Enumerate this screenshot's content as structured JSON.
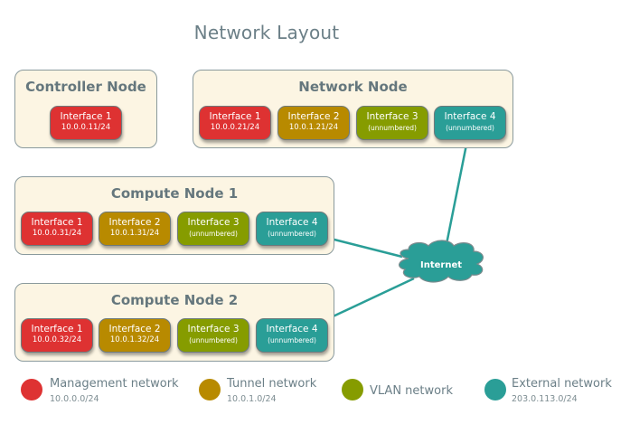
{
  "title": "Network Layout",
  "colors": {
    "management": "#de3232",
    "tunnel": "#b88a00",
    "vlan": "#869c00",
    "external": "#2a9e97",
    "node_bg": "#fcf5e3",
    "node_border": "#8a9a9d",
    "text": "#6b7f87"
  },
  "nodes": {
    "controller": {
      "title": "Controller Node",
      "interfaces": [
        {
          "name": "Interface 1",
          "address": "10.0.0.11/24",
          "network": "management"
        }
      ]
    },
    "network": {
      "title": "Network Node",
      "interfaces": [
        {
          "name": "Interface 1",
          "address": "10.0.0.21/24",
          "network": "management"
        },
        {
          "name": "Interface 2",
          "address": "10.0.1.21/24",
          "network": "tunnel"
        },
        {
          "name": "Interface 3",
          "address": "(unnumbered)",
          "network": "vlan"
        },
        {
          "name": "Interface 4",
          "address": "(unnumbered)",
          "network": "external"
        }
      ]
    },
    "compute1": {
      "title": "Compute Node 1",
      "interfaces": [
        {
          "name": "Interface 1",
          "address": "10.0.0.31/24",
          "network": "management"
        },
        {
          "name": "Interface 2",
          "address": "10.0.1.31/24",
          "network": "tunnel"
        },
        {
          "name": "Interface 3",
          "address": "(unnumbered)",
          "network": "vlan"
        },
        {
          "name": "Interface 4",
          "address": "(unnumbered)",
          "network": "external"
        }
      ]
    },
    "compute2": {
      "title": "Compute Node 2",
      "interfaces": [
        {
          "name": "Interface 1",
          "address": "10.0.0.32/24",
          "network": "management"
        },
        {
          "name": "Interface 2",
          "address": "10.0.1.32/24",
          "network": "tunnel"
        },
        {
          "name": "Interface 3",
          "address": "(unnumbered)",
          "network": "vlan"
        },
        {
          "name": "Interface 4",
          "address": "(unnumbered)",
          "network": "external"
        }
      ]
    }
  },
  "internet": {
    "label": "Internet",
    "icon": "cloud-icon"
  },
  "links": [
    {
      "from": "network.interface4",
      "to": "internet"
    },
    {
      "from": "compute1.interface4",
      "to": "internet"
    },
    {
      "from": "compute2.interface4",
      "to": "internet"
    }
  ],
  "legend": [
    {
      "name": "Management network",
      "subnet": "10.0.0.0/24",
      "color": "#de3232"
    },
    {
      "name": "Tunnel network",
      "subnet": "10.0.1.0/24",
      "color": "#b88a00"
    },
    {
      "name": "VLAN network",
      "subnet": "",
      "color": "#869c00"
    },
    {
      "name": "External network",
      "subnet": "203.0.113.0/24",
      "color": "#2a9e97"
    }
  ]
}
